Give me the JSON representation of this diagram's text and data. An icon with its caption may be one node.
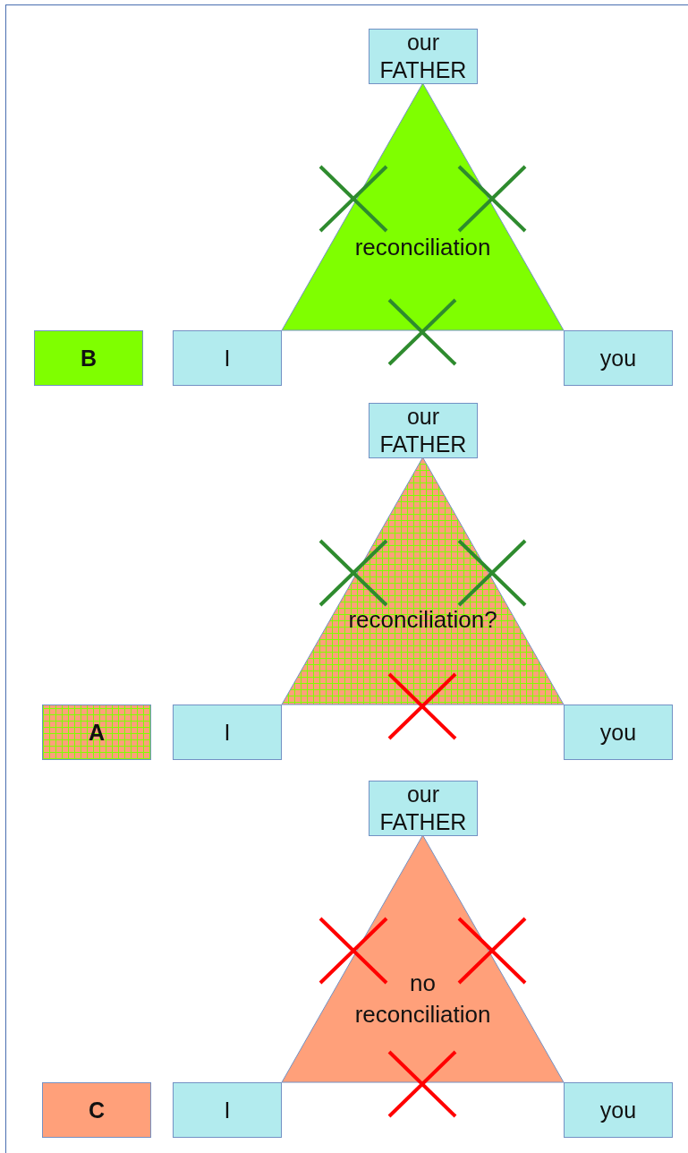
{
  "diagram": {
    "nodes": [
      {
        "text": [
          "our FATHER"
        ]
      },
      {
        "text": [
          "reconciliation"
        ]
      },
      {
        "text": [
          "B"
        ]
      },
      {
        "text": [
          "I"
        ]
      },
      {
        "text": [
          "you"
        ]
      },
      {
        "text": [
          "our FATHER"
        ]
      },
      {
        "text": [
          "reconciliation?"
        ]
      },
      {
        "text": [
          "A"
        ]
      },
      {
        "text": [
          "I"
        ]
      },
      {
        "text": [
          "you"
        ]
      },
      {
        "text": [
          "our FATHER"
        ]
      },
      {
        "text": [
          "no reconciliation"
        ]
      },
      {
        "text": [
          "C"
        ]
      },
      {
        "text": [
          "I"
        ]
      },
      {
        "text": [
          "you"
        ]
      }
    ]
  }
}
